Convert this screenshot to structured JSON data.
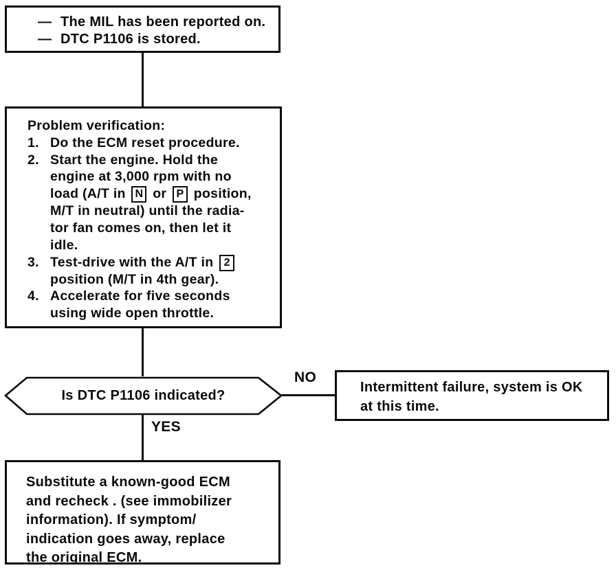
{
  "colors": {
    "ink": "#0a0a0a",
    "paper": "#ffffff"
  },
  "entry_box": {
    "dash": "—",
    "items": [
      "The MIL has been reported on.",
      "DTC P1106 is stored."
    ]
  },
  "verification_box": {
    "title": "Problem verification:",
    "steps": [
      {
        "num": "1.",
        "lines": [
          "Do the ECM reset procedure."
        ]
      },
      {
        "num": "2.",
        "lines": [
          "Start the engine. Hold the",
          "engine at 3,000 rpm with no",
          "load (A/T in [[N]] or [[P]] position,",
          "M/T in neutral) until the radia-",
          "tor fan comes on, then let it",
          "idle."
        ]
      },
      {
        "num": "3.",
        "lines": [
          "Test-drive with the A/T in [[2]]",
          "position (M/T in 4th gear)."
        ]
      },
      {
        "num": "4.",
        "lines": [
          "Accelerate for five seconds",
          "using wide open throttle."
        ]
      }
    ]
  },
  "decision": {
    "question": "Is DTC P1106 indicated?",
    "no_label": "NO",
    "yes_label": "YES"
  },
  "no_box": {
    "lines": [
      "Intermittent failure, system is OK",
      "at this time."
    ]
  },
  "yes_box": {
    "lines": [
      "Substitute a known-good ECM",
      "and recheck . (see  immobilizer",
      "information). If  symptom/",
      "indication goes away, replace",
      "the original ECM."
    ]
  }
}
